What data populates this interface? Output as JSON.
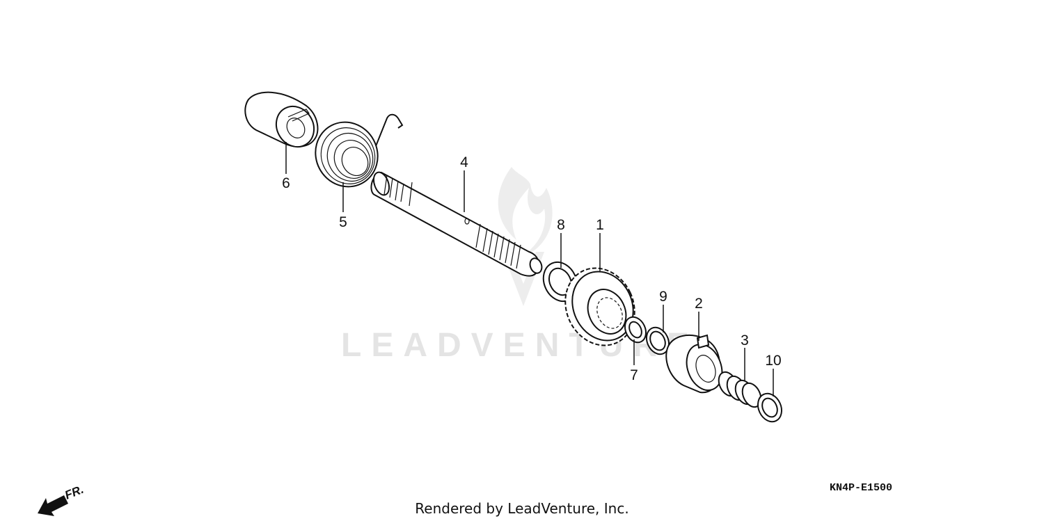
{
  "diagram": {
    "watermark": "LEADVENTURE",
    "diagram_code": "KN4P-E1500",
    "credit": "Rendered by LeadVenture, Inc.",
    "direction_label": "FR.",
    "callouts": {
      "p1": "1",
      "p2": "2",
      "p3": "3",
      "p4": "4",
      "p5": "5",
      "p6": "6",
      "p7": "7",
      "p8": "8",
      "p9": "9",
      "p10": "10"
    }
  }
}
